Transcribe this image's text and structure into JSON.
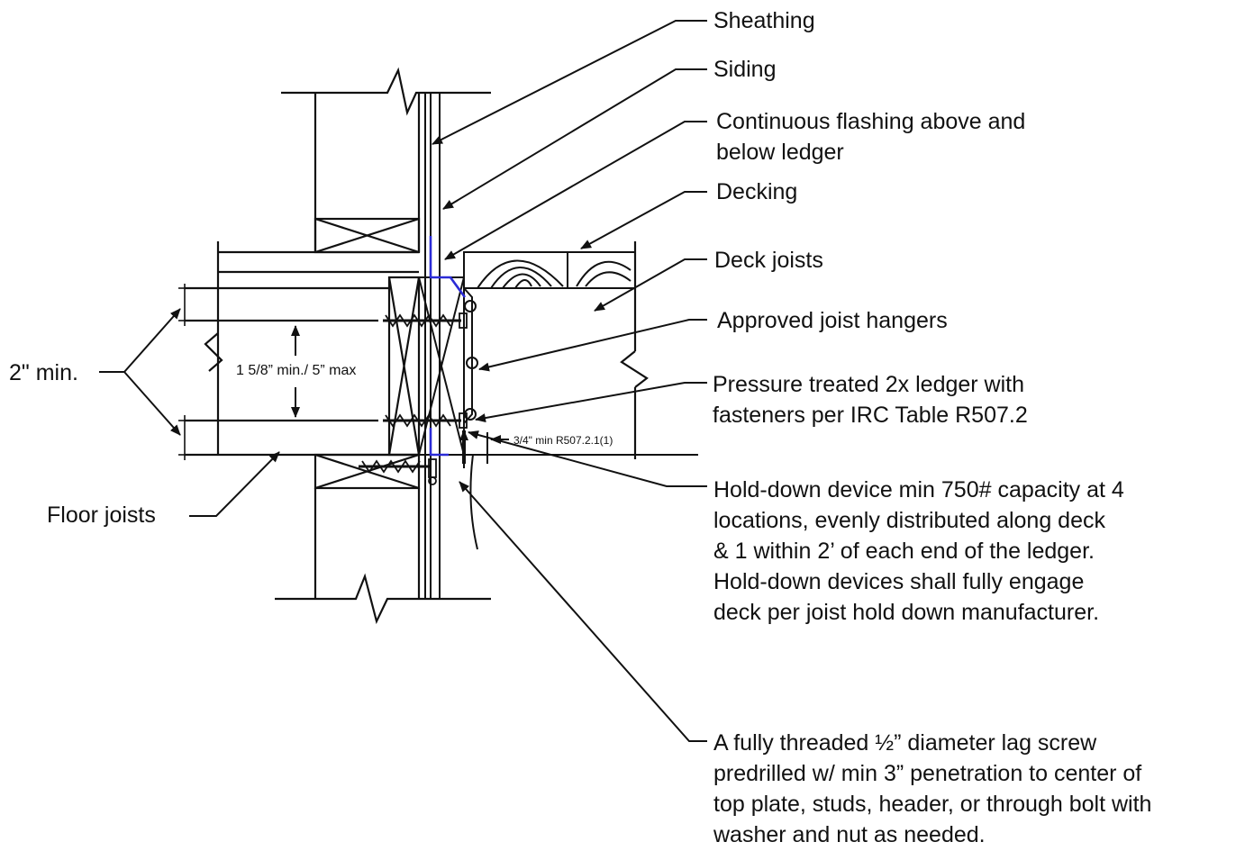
{
  "labels": {
    "sheathing": "Sheathing",
    "siding": "Siding",
    "flashing": [
      "Continuous flashing above and",
      "below ledger"
    ],
    "decking": "Decking",
    "deck_joists": "Deck joists",
    "joist_hangers": "Approved joist hangers",
    "ledger": [
      "Pressure treated 2x ledger with",
      "fasteners per IRC Table R507.2"
    ],
    "hold_down": [
      "Hold-down device min 750# capacity at 4",
      "locations, evenly distributed along deck",
      "& 1 within 2’ of each end of the ledger.",
      "Hold-down devices shall fully engage",
      "deck per joist hold down manufacturer."
    ],
    "lag_screw": [
      "A fully threaded ½” diameter lag screw",
      "predrilled w/ min 3” penetration to center of",
      "top plate, studs, header, or through bolt with",
      "washer and nut as needed."
    ],
    "two_inch_min": "2\" min.",
    "spacing": "1 5/8” min./ 5” max",
    "three_quarter_min": "3/4\" min R507.2.1(1)",
    "floor_joists": "Floor joists"
  },
  "colors": {
    "line": "#111111",
    "flashing": "#2b2bd6"
  }
}
